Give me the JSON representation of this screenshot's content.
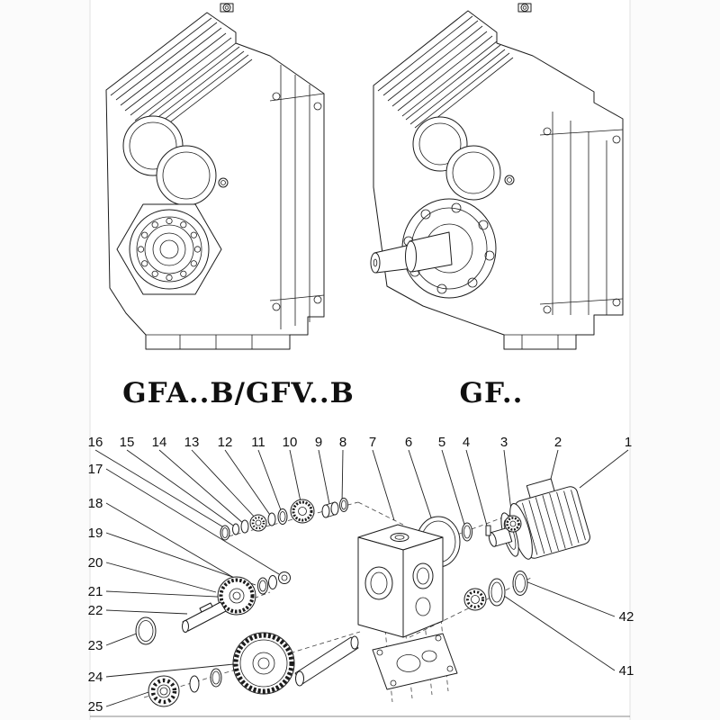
{
  "page": {
    "background": "#ffffff",
    "ink": "#1c1c1c"
  },
  "figures": {
    "left": {
      "label": "GFA..B/GFV..B"
    },
    "right": {
      "label": "GF.."
    }
  },
  "exploded_view": {
    "top_row_callouts": [
      "16",
      "15",
      "14",
      "13",
      "12",
      "11",
      "10",
      "9",
      "8",
      "7",
      "6",
      "5",
      "4",
      "3",
      "2",
      "1"
    ],
    "left_column_callouts": [
      "17",
      "18",
      "19",
      "20",
      "21",
      "22",
      "23",
      "24",
      "25"
    ],
    "right_column_callouts": [
      "42",
      "41"
    ]
  }
}
